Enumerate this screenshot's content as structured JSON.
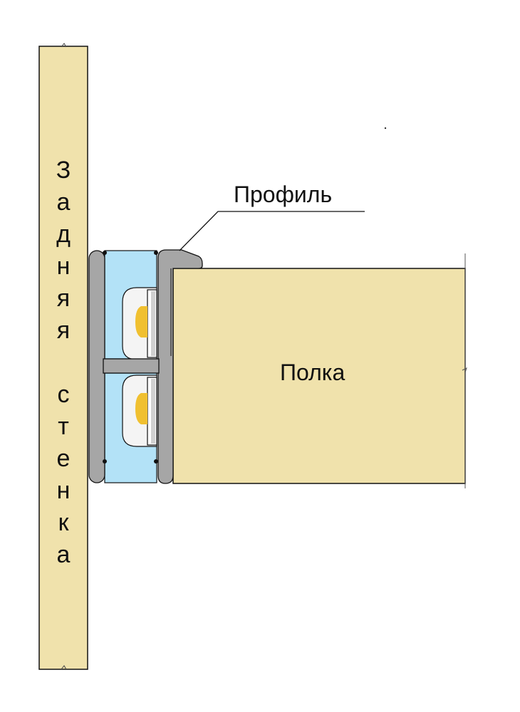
{
  "labels": {
    "wall_letters": [
      "З",
      "а",
      "д",
      "н",
      "я",
      "я",
      "",
      "с",
      "т",
      "е",
      "н",
      "к",
      "а"
    ],
    "profile": "Профиль",
    "shelf": "Полка"
  },
  "colors": {
    "wood": "#f0e2ac",
    "diffuser": "#b3e2f7",
    "profile": "#a6a6a6",
    "led": "#f0c030",
    "led_pcb": "#f4f4f4",
    "outline": "#111111"
  }
}
